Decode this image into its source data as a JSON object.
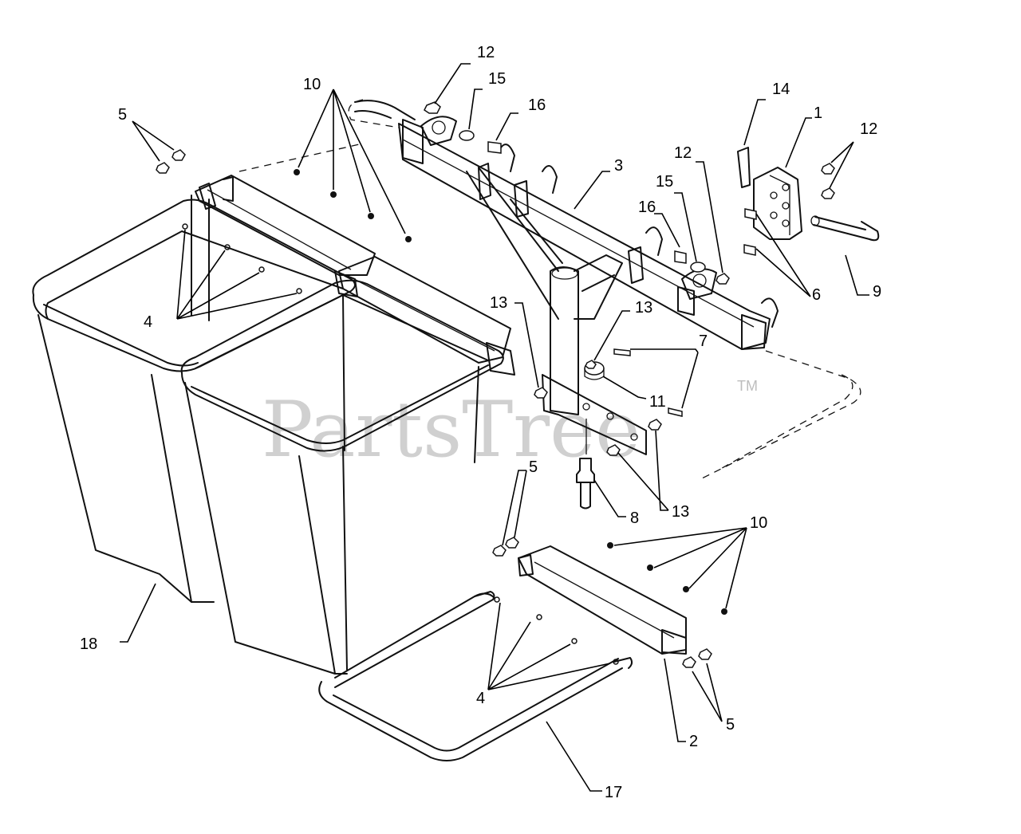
{
  "watermark": {
    "text": "PartsTree",
    "tm": "TM"
  },
  "callouts": [
    {
      "id": "c-12a",
      "label": "12"
    },
    {
      "id": "c-15a",
      "label": "15"
    },
    {
      "id": "c-16a",
      "label": "16"
    },
    {
      "id": "c-10a",
      "label": "10"
    },
    {
      "id": "c-5a",
      "label": "5"
    },
    {
      "id": "c-14",
      "label": "14"
    },
    {
      "id": "c-1",
      "label": "1"
    },
    {
      "id": "c-12b",
      "label": "12"
    },
    {
      "id": "c-3",
      "label": "3"
    },
    {
      "id": "c-12c",
      "label": "12"
    },
    {
      "id": "c-15b",
      "label": "15"
    },
    {
      "id": "c-16b",
      "label": "16"
    },
    {
      "id": "c-6",
      "label": "6"
    },
    {
      "id": "c-9",
      "label": "9"
    },
    {
      "id": "c-4a",
      "label": "4"
    },
    {
      "id": "c-13a",
      "label": "13"
    },
    {
      "id": "c-13b",
      "label": "13"
    },
    {
      "id": "c-7",
      "label": "7"
    },
    {
      "id": "c-11",
      "label": "11"
    },
    {
      "id": "c-5b",
      "label": "5"
    },
    {
      "id": "c-8",
      "label": "8"
    },
    {
      "id": "c-13c",
      "label": "13"
    },
    {
      "id": "c-10b",
      "label": "10"
    },
    {
      "id": "c-18",
      "label": "18"
    },
    {
      "id": "c-4b",
      "label": "4"
    },
    {
      "id": "c-2",
      "label": "2"
    },
    {
      "id": "c-5c",
      "label": "5"
    },
    {
      "id": "c-17",
      "label": "17"
    }
  ]
}
